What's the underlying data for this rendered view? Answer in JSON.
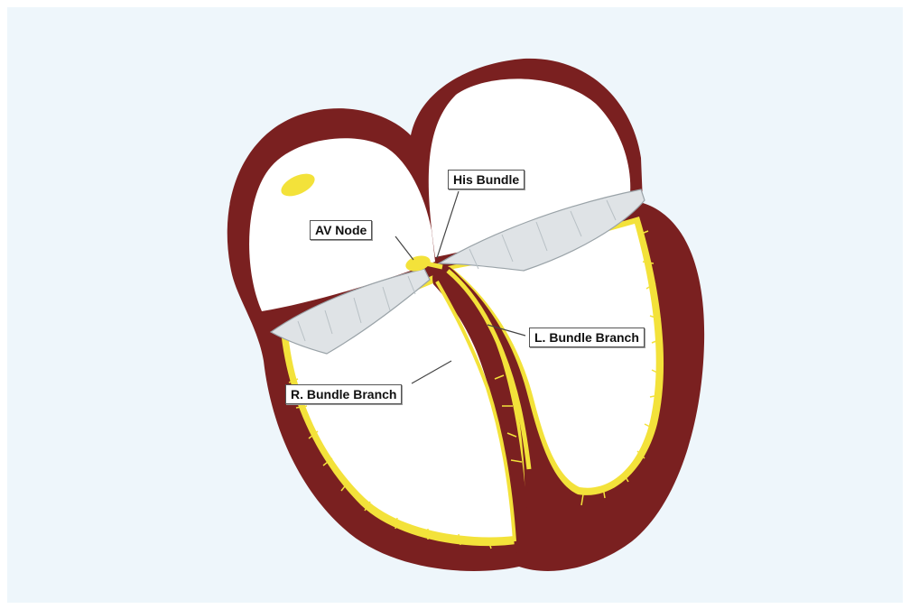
{
  "colors": {
    "background": "#eef6fb",
    "myocardium": "#7a2020",
    "chamber": "#ffffff",
    "conduction": "#f3e23a",
    "valve": "#dfe3e6",
    "label_border": "#555555"
  },
  "labels": {
    "his_bundle": "His Bundle",
    "av_node": "AV Node",
    "left_bundle_branch": "L. Bundle Branch",
    "right_bundle_branch": "R. Bundle Branch"
  }
}
